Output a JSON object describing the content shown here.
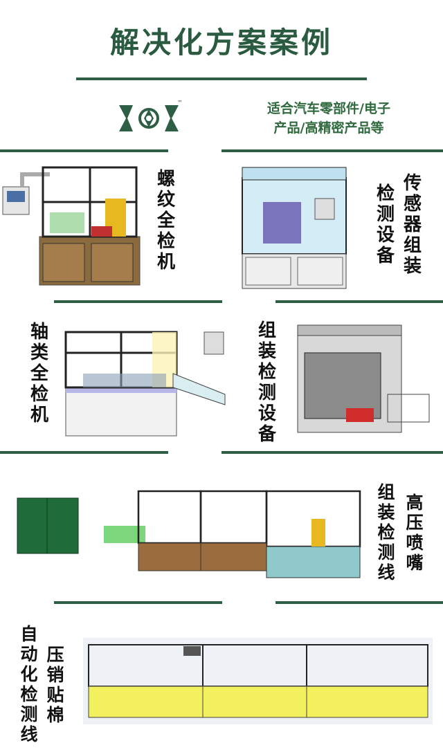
{
  "page_title": "解决化方案案例",
  "tagline": {
    "line1": "适合汽车零部件/电子",
    "line2": "产品/高精密产品等"
  },
  "logo": {
    "icon": "company-logo",
    "trademark": "™"
  },
  "cases": [
    {
      "label": "螺纹全检机"
    },
    {
      "label": "传感器组装检测设备",
      "col1": "传感器组装",
      "col2": "检测设备"
    },
    {
      "label": "轴类全检机"
    },
    {
      "label": "组装检测设备"
    },
    {
      "label": "高压喷嘴组装检测线",
      "col1": "高压喷嘴",
      "col2": "组装检测线"
    },
    {
      "label": "压销贴棉自动化检测线",
      "col1": "压销贴棉",
      "col2": "自动化检测线"
    }
  ],
  "colors": {
    "brand_green": "#2e5f45",
    "title_green": "#2a5a40"
  }
}
